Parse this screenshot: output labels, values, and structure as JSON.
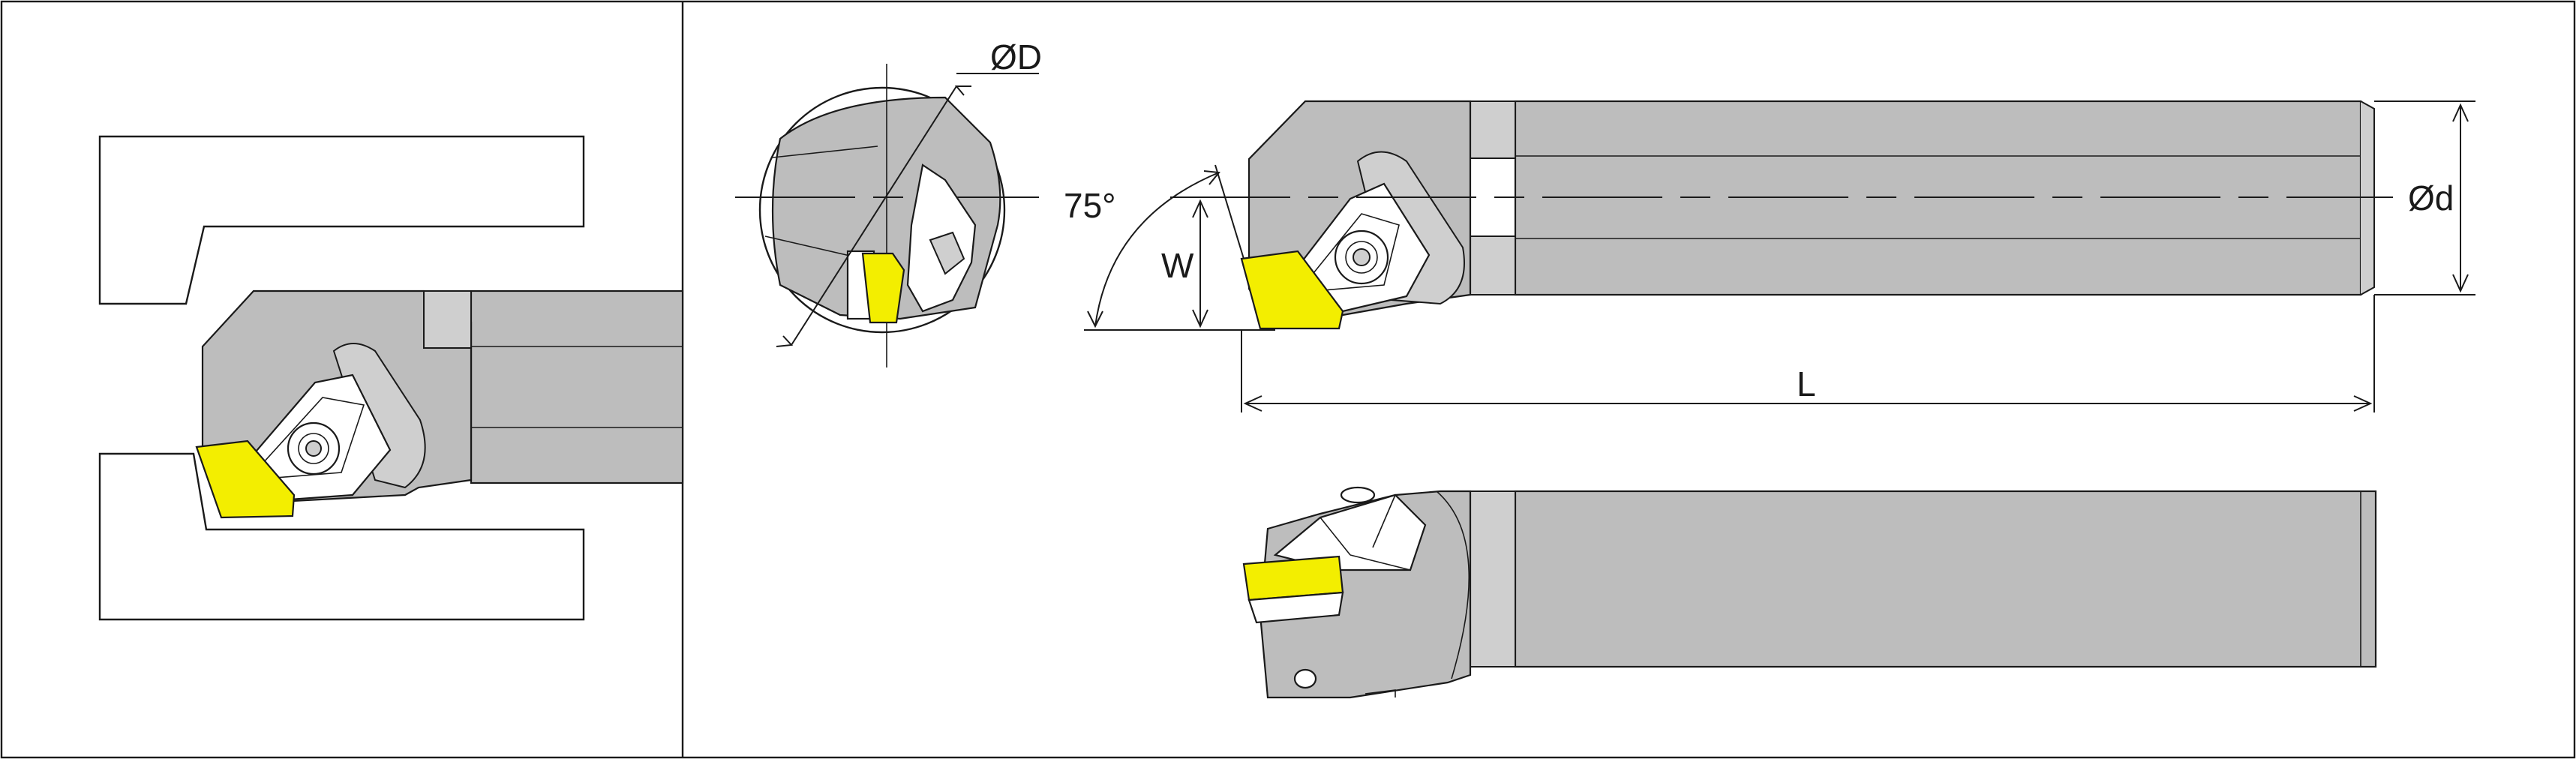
{
  "dimensions": {
    "bore_diameter": "ØD",
    "shank_diameter": "Ød",
    "width": "W",
    "length": "L",
    "approach_angle": "75°"
  },
  "colors": {
    "insert": "#f3ee00",
    "body": "#bdbdbd",
    "line": "#1a1a1a"
  }
}
